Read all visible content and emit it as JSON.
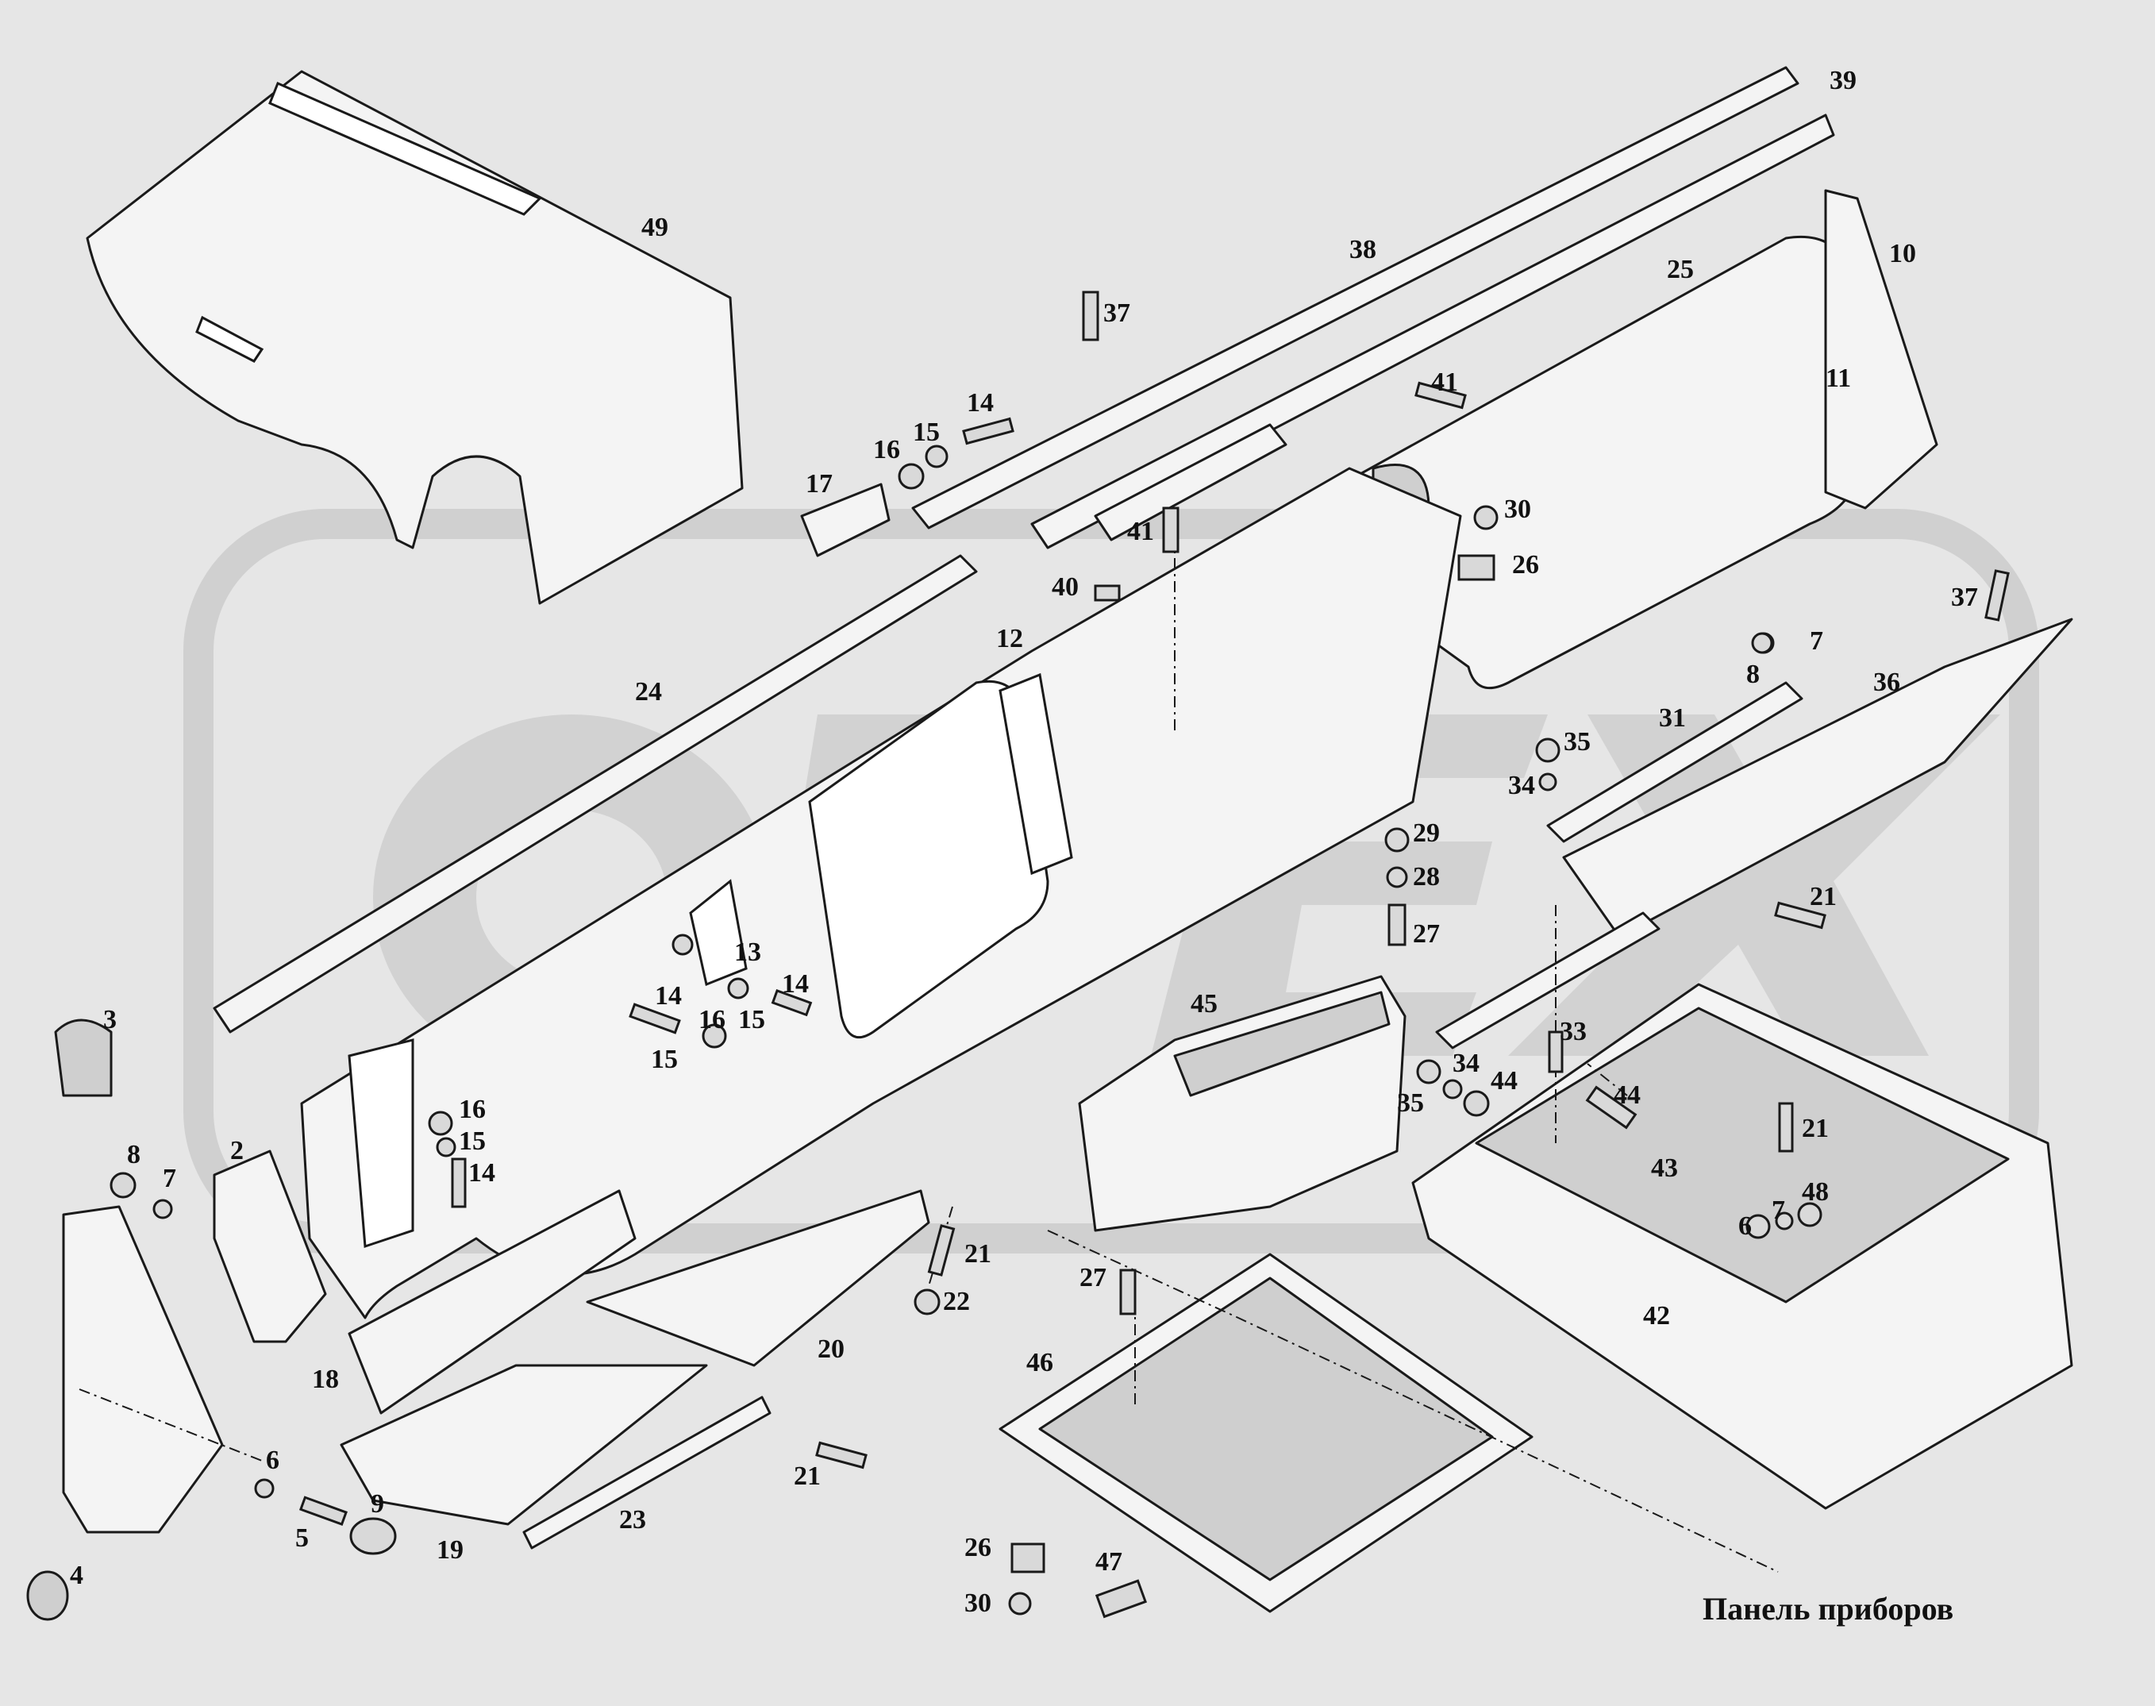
{
  "title": "Панель приборов",
  "watermark": "OPEX",
  "callouts": [
    {
      "id": "c2",
      "label": "2"
    },
    {
      "id": "c3",
      "label": "3"
    },
    {
      "id": "c4",
      "label": "4"
    },
    {
      "id": "c5",
      "label": "5"
    },
    {
      "id": "c6a",
      "label": "6"
    },
    {
      "id": "c6b",
      "label": "6"
    },
    {
      "id": "c7a",
      "label": "7"
    },
    {
      "id": "c7b",
      "label": "7"
    },
    {
      "id": "c7c",
      "label": "7"
    },
    {
      "id": "c8a",
      "label": "8"
    },
    {
      "id": "c8b",
      "label": "8"
    },
    {
      "id": "c9",
      "label": "9"
    },
    {
      "id": "c10",
      "label": "10"
    },
    {
      "id": "c11",
      "label": "11"
    },
    {
      "id": "c12",
      "label": "12"
    },
    {
      "id": "c13",
      "label": "13"
    },
    {
      "id": "c14a",
      "label": "14"
    },
    {
      "id": "c14b",
      "label": "14"
    },
    {
      "id": "c14c",
      "label": "14"
    },
    {
      "id": "c14d",
      "label": "14"
    },
    {
      "id": "c15a",
      "label": "15"
    },
    {
      "id": "c15b",
      "label": "15"
    },
    {
      "id": "c15c",
      "label": "15"
    },
    {
      "id": "c15d",
      "label": "15"
    },
    {
      "id": "c16a",
      "label": "16"
    },
    {
      "id": "c16b",
      "label": "16"
    },
    {
      "id": "c16c",
      "label": "16"
    },
    {
      "id": "c17",
      "label": "17"
    },
    {
      "id": "c18",
      "label": "18"
    },
    {
      "id": "c19",
      "label": "19"
    },
    {
      "id": "c20",
      "label": "20"
    },
    {
      "id": "c21a",
      "label": "21"
    },
    {
      "id": "c21b",
      "label": "21"
    },
    {
      "id": "c21c",
      "label": "21"
    },
    {
      "id": "c21d",
      "label": "21"
    },
    {
      "id": "c22",
      "label": "22"
    },
    {
      "id": "c23",
      "label": "23"
    },
    {
      "id": "c24",
      "label": "24"
    },
    {
      "id": "c25",
      "label": "25"
    },
    {
      "id": "c26a",
      "label": "26"
    },
    {
      "id": "c26b",
      "label": "26"
    },
    {
      "id": "c27a",
      "label": "27"
    },
    {
      "id": "c27b",
      "label": "27"
    },
    {
      "id": "c28",
      "label": "28"
    },
    {
      "id": "c29",
      "label": "29"
    },
    {
      "id": "c30a",
      "label": "30"
    },
    {
      "id": "c30b",
      "label": "30"
    },
    {
      "id": "c31",
      "label": "31"
    },
    {
      "id": "c33",
      "label": "33"
    },
    {
      "id": "c34a",
      "label": "34"
    },
    {
      "id": "c34b",
      "label": "34"
    },
    {
      "id": "c35a",
      "label": "35"
    },
    {
      "id": "c35b",
      "label": "35"
    },
    {
      "id": "c36",
      "label": "36"
    },
    {
      "id": "c37a",
      "label": "37"
    },
    {
      "id": "c37b",
      "label": "37"
    },
    {
      "id": "c38",
      "label": "38"
    },
    {
      "id": "c39",
      "label": "39"
    },
    {
      "id": "c40",
      "label": "40"
    },
    {
      "id": "c41a",
      "label": "41"
    },
    {
      "id": "c41b",
      "label": "41"
    },
    {
      "id": "c42",
      "label": "42"
    },
    {
      "id": "c43",
      "label": "43"
    },
    {
      "id": "c44a",
      "label": "44"
    },
    {
      "id": "c44b",
      "label": "44"
    },
    {
      "id": "c45",
      "label": "45"
    },
    {
      "id": "c46",
      "label": "46"
    },
    {
      "id": "c47",
      "label": "47"
    },
    {
      "id": "c48",
      "label": "48"
    },
    {
      "id": "c49",
      "label": "49"
    }
  ]
}
